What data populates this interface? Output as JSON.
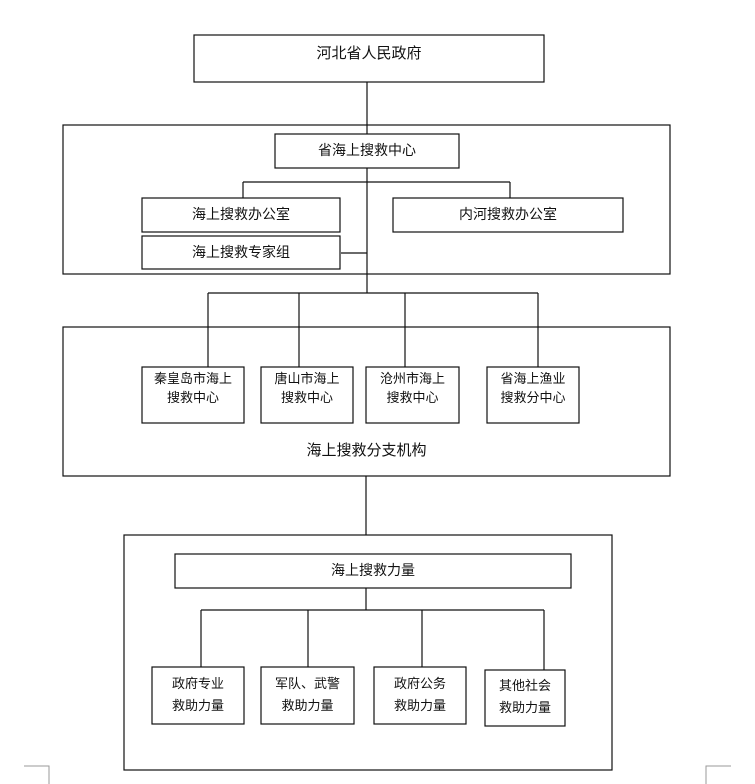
{
  "diagram": {
    "nodes": {
      "gov": [
        "河北省人民政府"
      ],
      "center": [
        "省海上搜救中心"
      ],
      "office": [
        "海上搜救办公室"
      ],
      "inland": [
        "内河搜救办公室"
      ],
      "experts": [
        "海上搜救专家组"
      ],
      "branch_label": [
        "海上搜救分支机构"
      ],
      "qhd": [
        "秦皇岛市海上",
        "搜救中心"
      ],
      "ts": [
        "唐山市海上",
        "搜救中心"
      ],
      "cz": [
        "沧州市海上",
        "搜救中心"
      ],
      "fish": [
        "省海上渔业",
        "搜救分中心"
      ],
      "force": [
        "海上搜救力量"
      ],
      "govpro": [
        "政府专业",
        "救助力量"
      ],
      "army": [
        "军队、武警",
        "救助力量"
      ],
      "govpub": [
        "政府公务",
        "救助力量"
      ],
      "social": [
        "其他社会",
        "救助力量"
      ]
    }
  }
}
